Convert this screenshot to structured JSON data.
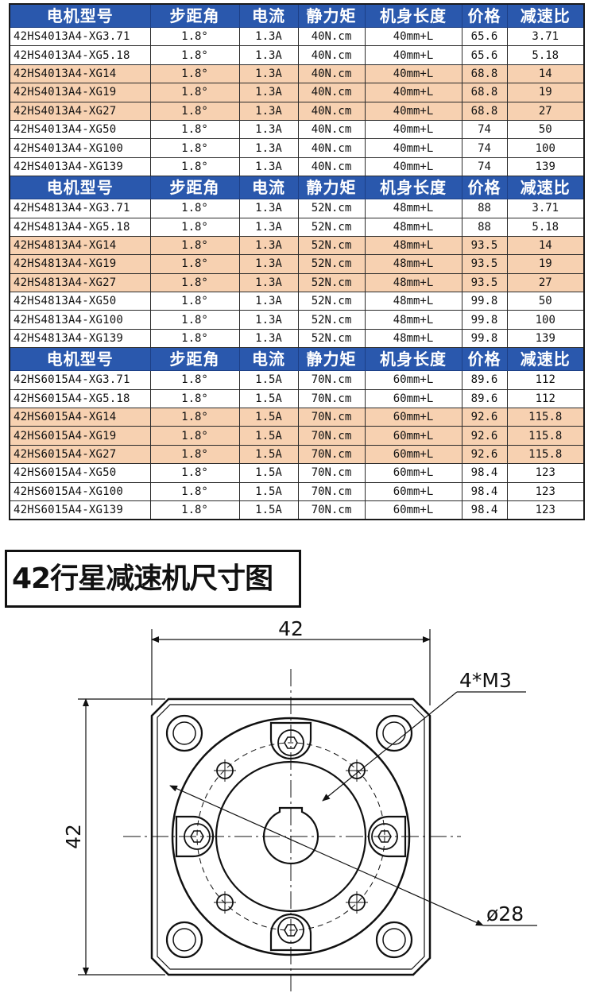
{
  "table": {
    "headers": [
      "电机型号",
      "步距角",
      "电流",
      "静力矩",
      "机身长度",
      "价格",
      "减速比"
    ],
    "groups": [
      {
        "rows": [
          {
            "model": "42HS4013A4-XG3.71",
            "angle": "1.8°",
            "current": "1.3A",
            "torque": "40N.cm",
            "length": "40mm+L",
            "price": "65.6",
            "ratio": "3.71",
            "highlight": false
          },
          {
            "model": "42HS4013A4-XG5.18",
            "angle": "1.8°",
            "current": "1.3A",
            "torque": "40N.cm",
            "length": "40mm+L",
            "price": "65.6",
            "ratio": "5.18",
            "highlight": false
          },
          {
            "model": "42HS4013A4-XG14",
            "angle": "1.8°",
            "current": "1.3A",
            "torque": "40N.cm",
            "length": "40mm+L",
            "price": "68.8",
            "ratio": "14",
            "highlight": true
          },
          {
            "model": "42HS4013A4-XG19",
            "angle": "1.8°",
            "current": "1.3A",
            "torque": "40N.cm",
            "length": "40mm+L",
            "price": "68.8",
            "ratio": "19",
            "highlight": true
          },
          {
            "model": "42HS4013A4-XG27",
            "angle": "1.8°",
            "current": "1.3A",
            "torque": "40N.cm",
            "length": "40mm+L",
            "price": "68.8",
            "ratio": "27",
            "highlight": true
          },
          {
            "model": "42HS4013A4-XG50",
            "angle": "1.8°",
            "current": "1.3A",
            "torque": "40N.cm",
            "length": "40mm+L",
            "price": "74",
            "ratio": "50",
            "highlight": false
          },
          {
            "model": "42HS4013A4-XG100",
            "angle": "1.8°",
            "current": "1.3A",
            "torque": "40N.cm",
            "length": "40mm+L",
            "price": "74",
            "ratio": "100",
            "highlight": false
          },
          {
            "model": "42HS4013A4-XG139",
            "angle": "1.8°",
            "current": "1.3A",
            "torque": "40N.cm",
            "length": "40mm+L",
            "price": "74",
            "ratio": "139",
            "highlight": false
          }
        ]
      },
      {
        "rows": [
          {
            "model": "42HS4813A4-XG3.71",
            "angle": "1.8°",
            "current": "1.3A",
            "torque": "52N.cm",
            "length": "48mm+L",
            "price": "88",
            "ratio": "3.71",
            "highlight": false
          },
          {
            "model": "42HS4813A4-XG5.18",
            "angle": "1.8°",
            "current": "1.3A",
            "torque": "52N.cm",
            "length": "48mm+L",
            "price": "88",
            "ratio": "5.18",
            "highlight": false
          },
          {
            "model": "42HS4813A4-XG14",
            "angle": "1.8°",
            "current": "1.3A",
            "torque": "52N.cm",
            "length": "48mm+L",
            "price": "93.5",
            "ratio": "14",
            "highlight": true
          },
          {
            "model": "42HS4813A4-XG19",
            "angle": "1.8°",
            "current": "1.3A",
            "torque": "52N.cm",
            "length": "48mm+L",
            "price": "93.5",
            "ratio": "19",
            "highlight": true
          },
          {
            "model": "42HS4813A4-XG27",
            "angle": "1.8°",
            "current": "1.3A",
            "torque": "52N.cm",
            "length": "48mm+L",
            "price": "93.5",
            "ratio": "27",
            "highlight": true
          },
          {
            "model": "42HS4813A4-XG50",
            "angle": "1.8°",
            "current": "1.3A",
            "torque": "52N.cm",
            "length": "48mm+L",
            "price": "99.8",
            "ratio": "50",
            "highlight": false
          },
          {
            "model": "42HS4813A4-XG100",
            "angle": "1.8°",
            "current": "1.3A",
            "torque": "52N.cm",
            "length": "48mm+L",
            "price": "99.8",
            "ratio": "100",
            "highlight": false
          },
          {
            "model": "42HS4813A4-XG139",
            "angle": "1.8°",
            "current": "1.3A",
            "torque": "52N.cm",
            "length": "48mm+L",
            "price": "99.8",
            "ratio": "139",
            "highlight": false
          }
        ]
      },
      {
        "rows": [
          {
            "model": "42HS6015A4-XG3.71",
            "angle": "1.8°",
            "current": "1.5A",
            "torque": "70N.cm",
            "length": "60mm+L",
            "price": "89.6",
            "ratio": "112",
            "highlight": false
          },
          {
            "model": "42HS6015A4-XG5.18",
            "angle": "1.8°",
            "current": "1.5A",
            "torque": "70N.cm",
            "length": "60mm+L",
            "price": "89.6",
            "ratio": "112",
            "highlight": false
          },
          {
            "model": "42HS6015A4-XG14",
            "angle": "1.8°",
            "current": "1.5A",
            "torque": "70N.cm",
            "length": "60mm+L",
            "price": "92.6",
            "ratio": "115.8",
            "highlight": true
          },
          {
            "model": "42HS6015A4-XG19",
            "angle": "1.8°",
            "current": "1.5A",
            "torque": "70N.cm",
            "length": "60mm+L",
            "price": "92.6",
            "ratio": "115.8",
            "highlight": true
          },
          {
            "model": "42HS6015A4-XG27",
            "angle": "1.8°",
            "current": "1.5A",
            "torque": "70N.cm",
            "length": "60mm+L",
            "price": "92.6",
            "ratio": "115.8",
            "highlight": true
          },
          {
            "model": "42HS6015A4-XG50",
            "angle": "1.8°",
            "current": "1.5A",
            "torque": "70N.cm",
            "length": "60mm+L",
            "price": "98.4",
            "ratio": "123",
            "highlight": false
          },
          {
            "model": "42HS6015A4-XG100",
            "angle": "1.8°",
            "current": "1.5A",
            "torque": "70N.cm",
            "length": "60mm+L",
            "price": "98.4",
            "ratio": "123",
            "highlight": false
          },
          {
            "model": "42HS6015A4-XG139",
            "angle": "1.8°",
            "current": "1.5A",
            "torque": "70N.cm",
            "length": "60mm+L",
            "price": "98.4",
            "ratio": "123",
            "highlight": false
          }
        ]
      }
    ]
  },
  "section_title": "42行星减速机尺寸图",
  "drawing": {
    "width_label": "42",
    "height_label": "42",
    "hole_label": "4*M3",
    "diameter_label": "ø28"
  },
  "colors": {
    "header_bg": "#2a58ad",
    "header_text": "#ffffff",
    "highlight_row": "#f7d1b1"
  }
}
